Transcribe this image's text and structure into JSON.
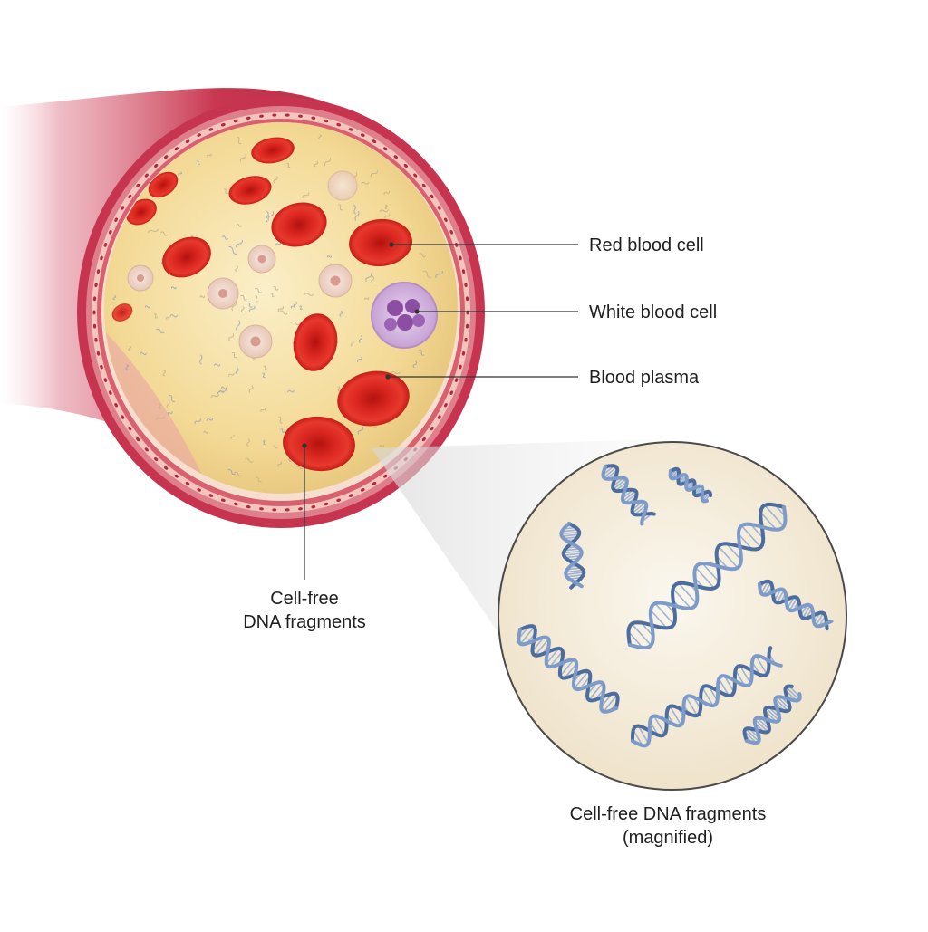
{
  "labels": {
    "red_blood_cell": "Red blood cell",
    "white_blood_cell": "White blood cell",
    "blood_plasma": "Blood plasma",
    "cfdna_line1": "Cell-free",
    "cfdna_line2": "DNA fragments",
    "magnified_line1": "Cell-free DNA fragments",
    "magnified_line2": "(magnified)"
  },
  "colors": {
    "vessel_wall": "#c9364e",
    "vessel_wall_dark": "#9e2437",
    "plasma": "#f4dfa4",
    "red_blood_cell": "#d8231d",
    "white_blood_cell": "#c9a6d6",
    "dna": "#5c7fb3",
    "magnifier_fill": "#f3ebd9",
    "leader_line": "#333333"
  }
}
